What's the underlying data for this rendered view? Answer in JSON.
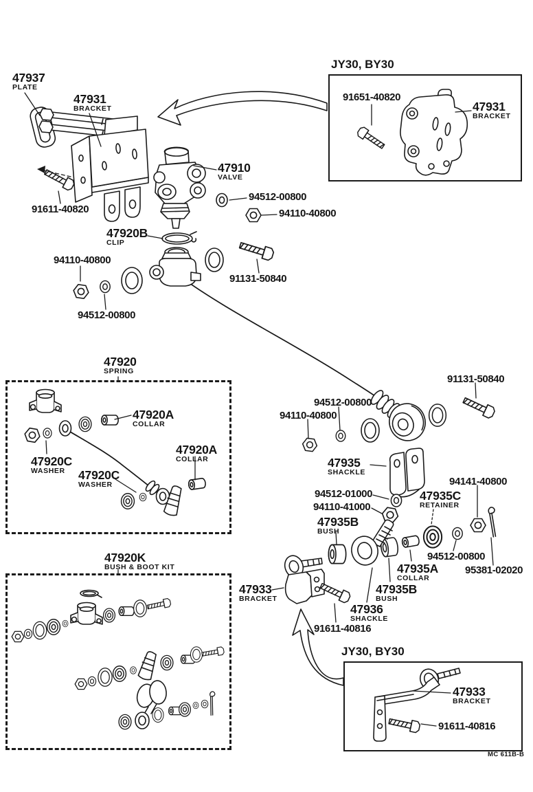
{
  "callouts": {
    "plate": {
      "number": "47937",
      "label": "PLATE"
    },
    "bracket_upper": {
      "number": "47931",
      "label": "BRACKET"
    },
    "valve": {
      "number": "47910",
      "label": "VALVE"
    },
    "clip": {
      "number": "47920B",
      "label": "CLIP"
    },
    "spring": {
      "number": "47920",
      "label": "SPRING"
    },
    "collar_a": {
      "number": "47920A",
      "label": "COLLAR"
    },
    "washer_c": {
      "number": "47920C",
      "label": "WASHER"
    },
    "kit": {
      "number": "47920K",
      "label": "BUSH & BOOT KIT"
    },
    "shackle_upper": {
      "number": "47935",
      "label": "SHACKLE"
    },
    "retainer": {
      "number": "47935C",
      "label": "RETAINER"
    },
    "bush_b": {
      "number": "47935B",
      "label": "BUSH"
    },
    "collar_35a": {
      "number": "47935A",
      "label": "COLLAR"
    },
    "shackle_lower": {
      "number": "47936",
      "label": "SHACKLE"
    },
    "bracket_lower": {
      "number": "47933",
      "label": "BRACKET"
    },
    "bolt_91611_40820": {
      "number": "91611-40820"
    },
    "bolt_91651_40820": {
      "number": "91651-40820"
    },
    "washer_94512_00800": {
      "number": "94512-00800"
    },
    "nut_94110_40800": {
      "number": "94110-40800"
    },
    "bolt_91131_50840": {
      "number": "91131-50840"
    },
    "nut_94141_40800": {
      "number": "94141-40800"
    },
    "washer_94512_01000": {
      "number": "94512-01000"
    },
    "nut_94110_41000": {
      "number": "94110-41000"
    },
    "pin_95381_02020": {
      "number": "95381-02020"
    },
    "bolt_91611_40816": {
      "number": "91611-40816"
    }
  },
  "insets": {
    "top": {
      "title": "JY30, BY30"
    },
    "bottom": {
      "title": "JY30, BY30"
    }
  },
  "footer": {
    "code": "MC 611B-B"
  }
}
